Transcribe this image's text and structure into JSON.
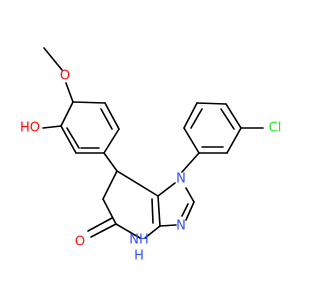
{
  "molecule": {
    "atoms": {
      "o_methoxy": {
        "text": "O",
        "color": "#ff0d0d"
      },
      "oh_hydroxyl": {
        "text": "HO",
        "color": "#ff0d0d"
      },
      "n1": {
        "text": "N",
        "color": "#3050f8"
      },
      "n3": {
        "text": "N",
        "color": "#3050f8"
      },
      "nh4": {
        "text": "NH",
        "color": "#3050f8"
      },
      "h4": {
        "text": "H",
        "color": "#3050f8"
      },
      "o5": {
        "text": "O",
        "color": "#ff0d0d"
      },
      "cl": {
        "text": "Cl",
        "color": "#1ff01f"
      }
    }
  }
}
